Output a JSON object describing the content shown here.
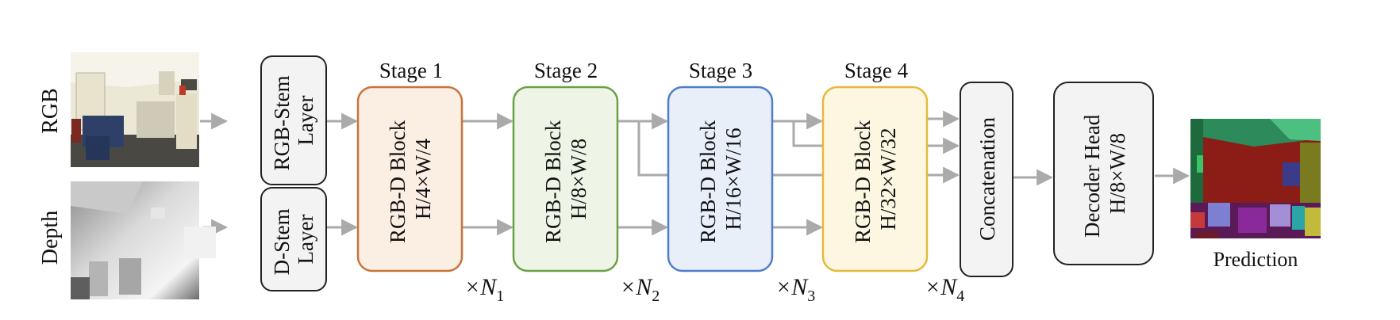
{
  "inputs": {
    "rgb_label": "RGB",
    "depth_label": "Depth"
  },
  "stems": {
    "rgb": [
      "RGB-Stem",
      "Layer"
    ],
    "depth": [
      "D-Stem",
      "Layer"
    ]
  },
  "stages": [
    {
      "title": "Stage 1",
      "block": "RGB-D Block",
      "resolution": "H/4×W/4",
      "repeat_symbol": "×N",
      "repeat_index": "1",
      "fill": "#fbeee3",
      "stroke": "#c9733c"
    },
    {
      "title": "Stage 2",
      "block": "RGB-D Block",
      "resolution": "H/8×W/8",
      "repeat_symbol": "×N",
      "repeat_index": "2",
      "fill": "#eef5e7",
      "stroke": "#6aa046"
    },
    {
      "title": "Stage 3",
      "block": "RGB-D Block",
      "resolution": "H/16×W/16",
      "repeat_symbol": "×N",
      "repeat_index": "3",
      "fill": "#e8eff9",
      "stroke": "#4f7ec8"
    },
    {
      "title": "Stage 4",
      "block": "RGB-D Block",
      "resolution": "H/32×W/32",
      "repeat_symbol": "×N",
      "repeat_index": "4",
      "fill": "#fdf7e2",
      "stroke": "#e4b93a"
    }
  ],
  "concat": {
    "label": "Concatenation"
  },
  "decoder": {
    "title": "Decoder Head",
    "resolution": "H/8×W/8"
  },
  "output": {
    "label": "Prediction"
  },
  "colors": {
    "arrow": "#aaaaaa",
    "neutral_fill": "#f3f3f3",
    "neutral_stroke": "#222222"
  }
}
